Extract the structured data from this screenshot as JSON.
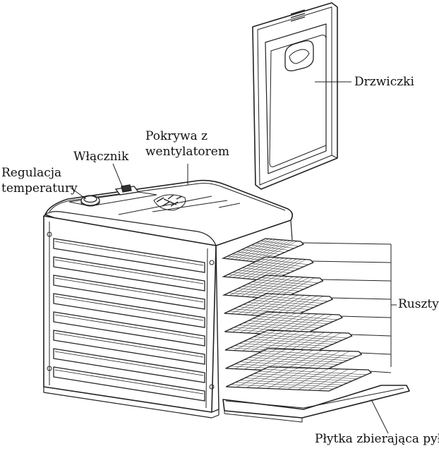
{
  "labels": {
    "door": "Drzwiczki",
    "lid_line1": "Pokrywa z",
    "lid_line2": "wentylatorem",
    "switch": "Włącznik",
    "temp_line1": "Regulacja",
    "temp_line2": "temperatury",
    "racks": "Ruszty",
    "tray": "Płytka zbierająca pył"
  },
  "diagram": {
    "rack_count": 8,
    "front_slats": 8,
    "line_color": "#222222",
    "background": "#ffffff"
  }
}
